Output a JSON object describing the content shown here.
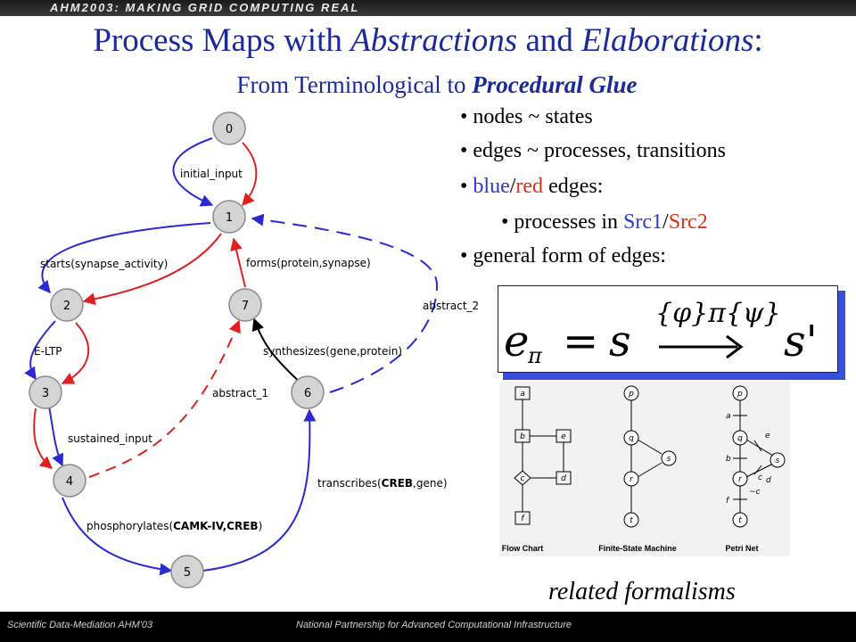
{
  "header": {
    "banner": "AHM2003: MAKING GRID COMPUTING REAL"
  },
  "title": {
    "line1_a": "Process Maps with ",
    "line1_b": "Abstractions",
    "line1_c": " and ",
    "line1_d": "Elaborations",
    "line1_e": ":",
    "line2_a": "From Terminological to ",
    "line2_b": "Procedural Glue"
  },
  "bullets": {
    "b1": "• nodes ~ states",
    "b2": "• edges ~ processes, transitions",
    "b3_pre": "• ",
    "b3_blue": "blue",
    "b3_sep": "/",
    "b3_red": "red",
    "b3_post": " edges:",
    "b4_pre": "• processes in ",
    "b4_blue": "Src1",
    "b4_sep": "/",
    "b4_red": "Src2",
    "b5": "• general form of edges:"
  },
  "formula": {
    "lhs": "e",
    "sub": "π",
    "eq": "=",
    "s": "s",
    "s2": "s'",
    "arrow_label": "{φ}π{ψ}"
  },
  "graph": {
    "nodes": [
      "0",
      "1",
      "2",
      "3",
      "4",
      "5",
      "6",
      "7"
    ],
    "edges": {
      "initial_input": "initial_input",
      "starts": "starts(synapse_activity)",
      "forms": "forms(protein,synapse)",
      "abstract_2": "abstract_2",
      "eltp": "E-LTP",
      "synthesizes": "synthesizes(gene,protein)",
      "abstract_1": "abstract_1",
      "sustained": "sustained_input",
      "transcribes_a": "transcribes(",
      "transcribes_b": "CREB",
      "transcribes_c": ",gene)",
      "phos_a": "phosphorylates(",
      "phos_b": "CAMK-IV,CREB",
      "phos_c": ")"
    }
  },
  "formalisms": {
    "flow_chart": "Flow Chart",
    "fsm": "Finite-State Machine",
    "petri": "Petri Net",
    "fc_nodes": [
      "a",
      "b",
      "e",
      "c",
      "d",
      "f"
    ],
    "fsm_nodes": [
      "p",
      "q",
      "s",
      "r",
      "t"
    ],
    "pn_nodes": [
      "p",
      "q",
      "s",
      "r",
      "t"
    ],
    "pn_labels": [
      "a",
      "e",
      "b",
      "c",
      "d",
      "f",
      "~c"
    ]
  },
  "caption": "related formalisms",
  "footer": {
    "left": "Scientific Data-Mediation AHM'03",
    "right": "National Partnership for Advanced Computational Infrastructure"
  },
  "colors": {
    "title": "#1a2a9a",
    "blue_edge": "#2a2ad0",
    "red_edge": "#e02020",
    "formula_shadow": "#3a4fd8"
  }
}
